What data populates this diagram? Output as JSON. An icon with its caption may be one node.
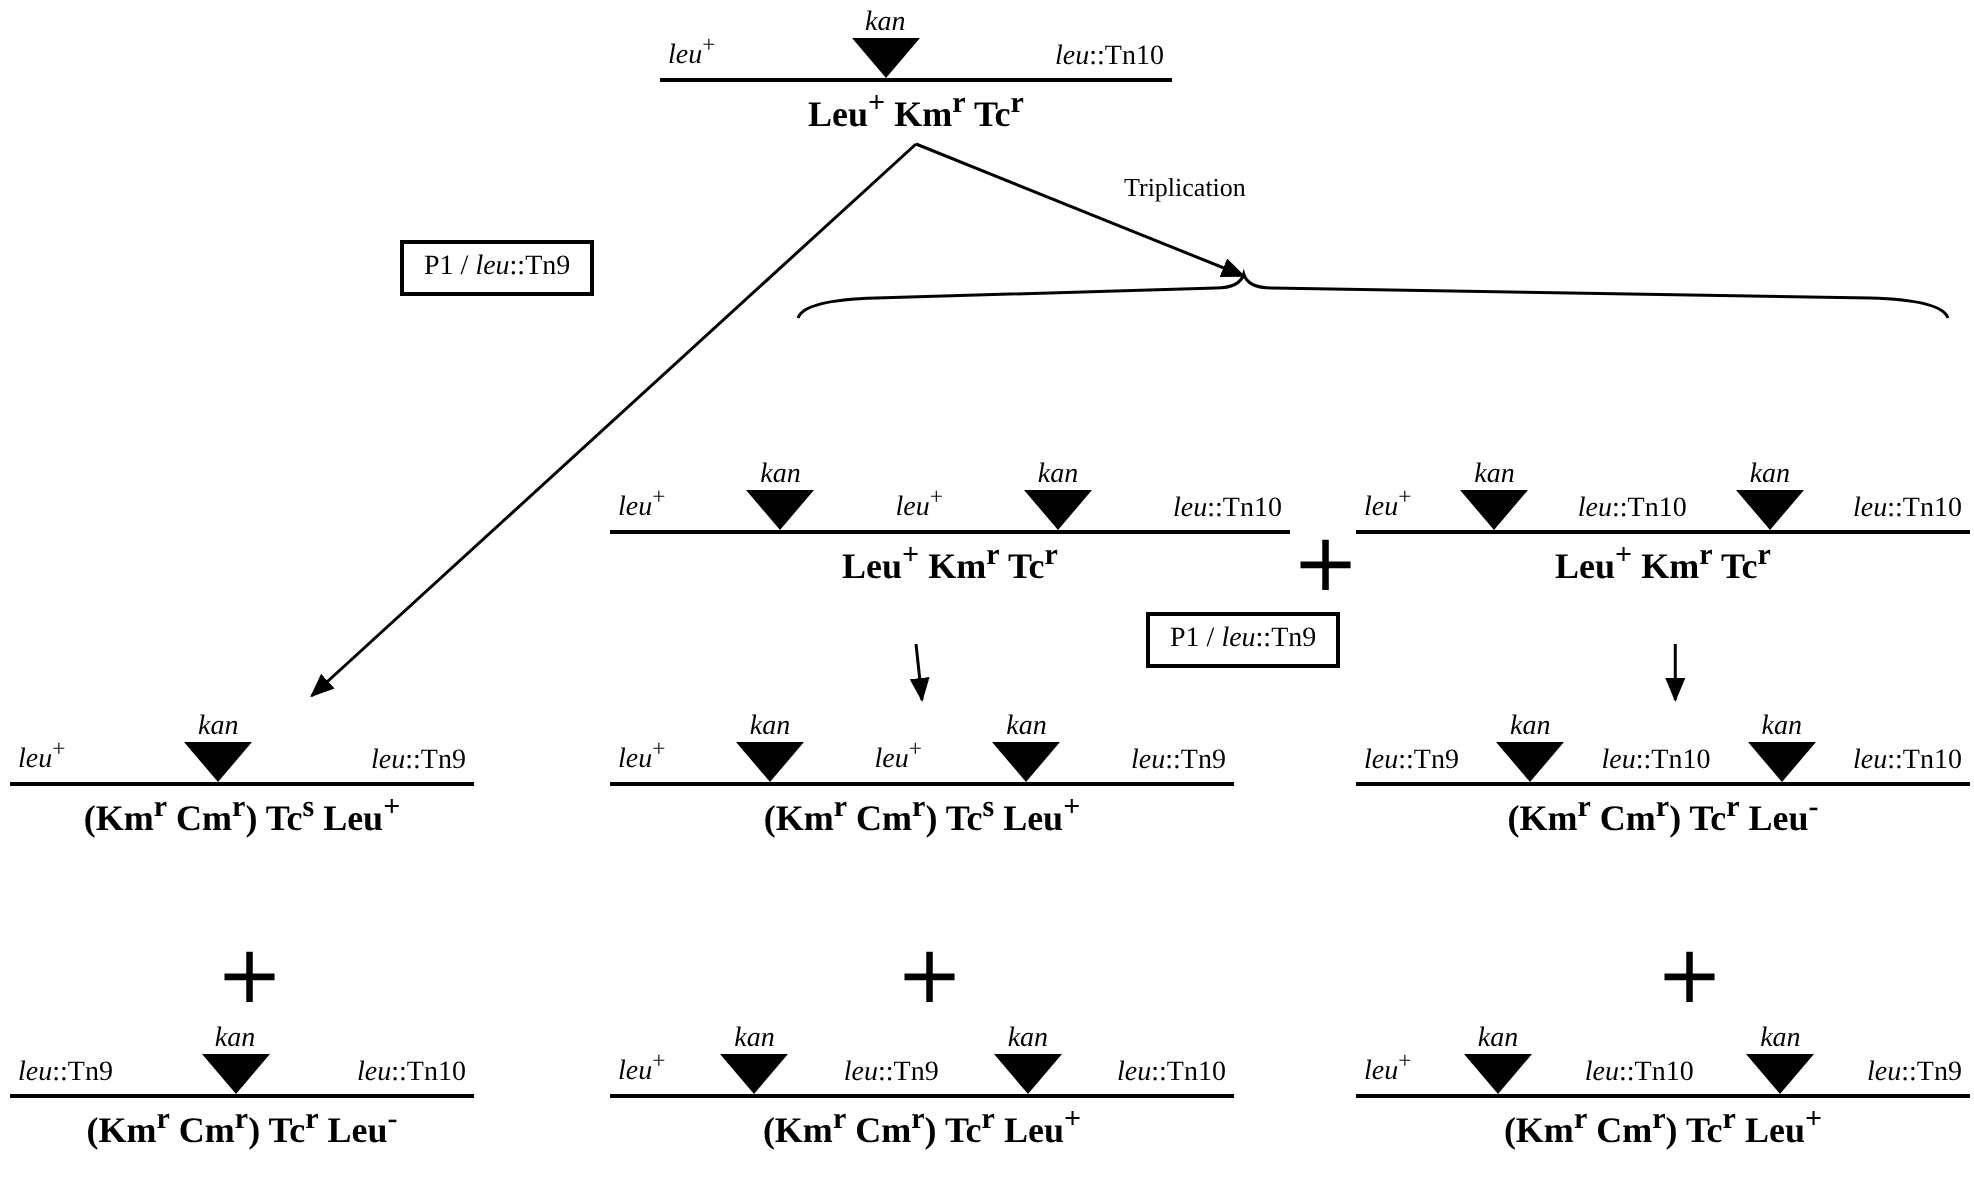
{
  "diagram": {
    "nodes": [
      {
        "text": [
          "*leu*$^{+}$",
          "kan",
          "*leu*::Tn10",
          "Leu$^{+}$ Km$^{r}$ Tc$^{r}$"
        ]
      },
      {
        "text": [
          "P1 / *leu*::Tn9"
        ]
      },
      {
        "text": [],
        "shape": "brace"
      },
      {
        "text": [
          "*leu*$^{+}$",
          "kan",
          "*leu*$^{+}$",
          "kan",
          "*leu*::Tn10",
          "Leu$^{+}$ Km$^{r}$ Tc$^{r}$"
        ]
      },
      {
        "text": [
          "*leu*$^{+}$",
          "kan",
          "*leu*::Tn10",
          "kan",
          "*leu*::Tn10",
          "Leu$^{+}$ Km$^{r}$ Tc$^{r}$"
        ]
      },
      {
        "text": [
          "P1 / *leu*::Tn9"
        ]
      },
      {
        "text": [
          "*leu*$^{+}$",
          "kan",
          "*leu*::Tn9",
          "(Km$^{r}$ Cm$^{r}$) Tc$^{s}$ Leu$^{+}$"
        ]
      },
      {
        "text": [
          "*leu*$^{+}$",
          "kan",
          "*leu*$^{+}$",
          "kan",
          "*leu*::Tn9",
          "(Km$^{r}$ Cm$^{r}$) Tc$^{s}$ Leu$^{+}$"
        ]
      },
      {
        "text": [
          "*leu*::Tn9",
          "kan",
          "*leu*::Tn10",
          "kan",
          "*leu*::Tn10",
          "(Km$^{r}$ Cm$^{r}$) Tc$^{r}$ Leu$^{-}$"
        ]
      },
      {
        "text": [
          "*leu*::Tn9",
          "kan",
          "*leu*::Tn10",
          "(Km$^{r}$ Cm$^{r}$) Tc$^{r}$ Leu$^{-}$"
        ]
      },
      {
        "text": [
          "*leu*$^{+}$",
          "kan",
          "*leu*::Tn9",
          "kan",
          "*leu*::Tn10",
          "(Km$^{r}$ Cm$^{r}$) Tc$^{r}$ Leu$^{+}$"
        ]
      },
      {
        "text": [
          "*leu*$^{+}$",
          "kan",
          "*leu*::Tn10",
          "kan",
          "*leu*::Tn9",
          "(Km$^{r}$ Cm$^{r}$) Tc$^{r}$ Leu$^{+}$"
        ]
      }
    ],
    "edges": [
      {
        "from": 0,
        "to": 6,
        "arrow": "to"
      },
      {
        "from": 0,
        "to": 2,
        "arrow": "to",
        "label": "Triplication"
      },
      {
        "from": 3,
        "to": 7,
        "arrow": "to"
      },
      {
        "from": 4,
        "to": 8,
        "arrow": "to"
      }
    ],
    "labels": [
      "+",
      "+",
      "+",
      "+"
    ]
  }
}
